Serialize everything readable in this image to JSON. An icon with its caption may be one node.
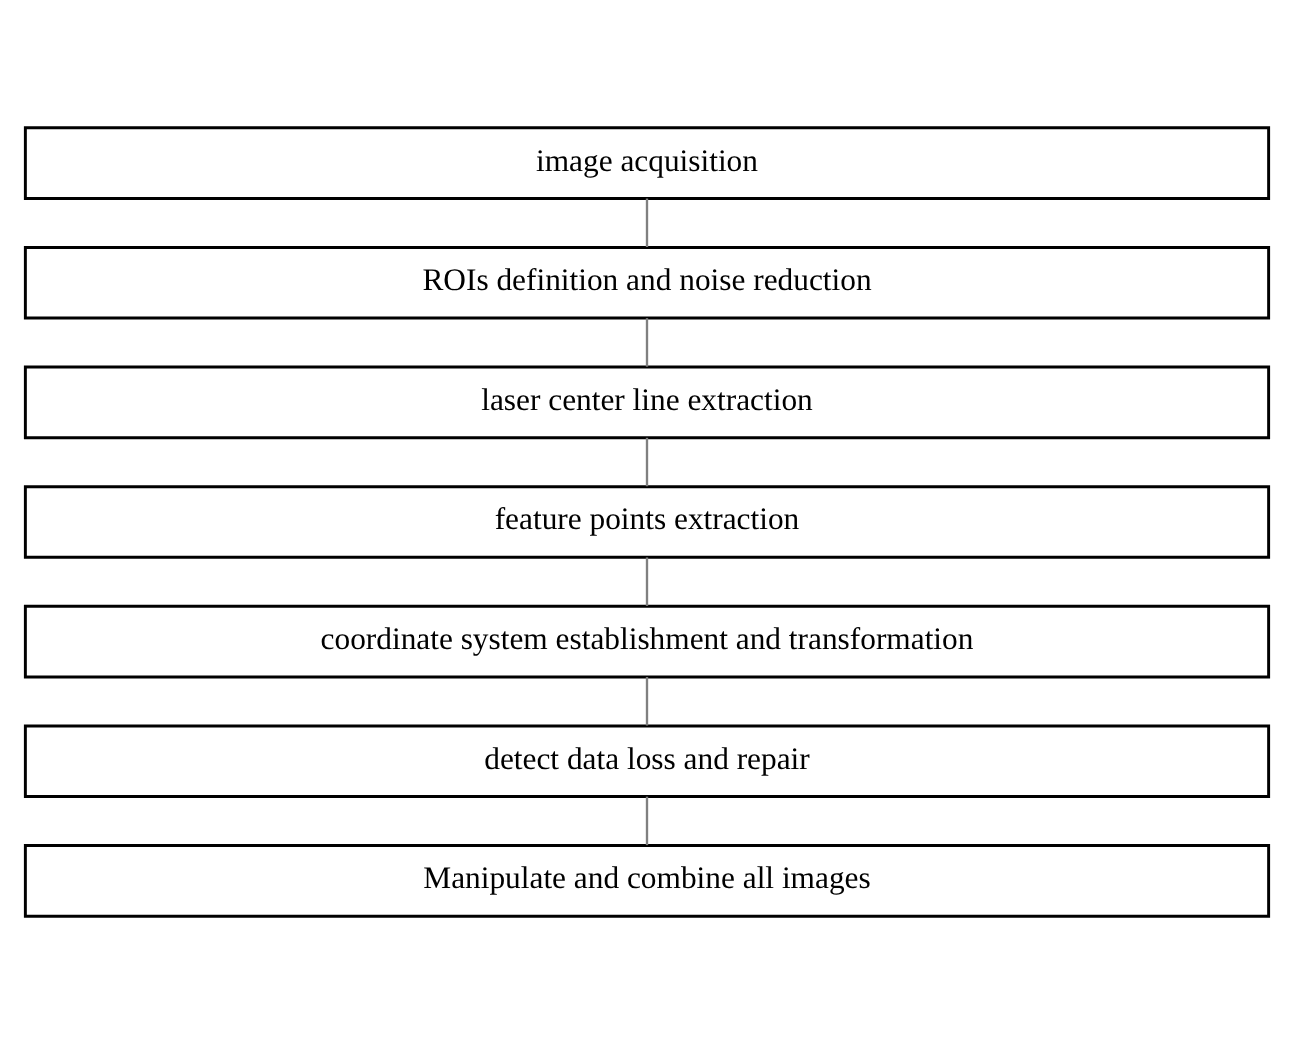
{
  "diagram": {
    "nodes": [
      {
        "text": [
          "image acquisition"
        ]
      },
      {
        "text": [
          "ROIs definition and noise reduction"
        ]
      },
      {
        "text": [
          "laser center line extraction"
        ]
      },
      {
        "text": [
          "feature points extraction"
        ]
      },
      {
        "text": [
          "coordinate system establishment and transformation"
        ]
      },
      {
        "text": [
          "detect data loss and repair"
        ]
      },
      {
        "text": [
          "Manipulate and combine all images"
        ]
      }
    ],
    "edges": [
      {
        "from": 0,
        "to": 1,
        "arrow": "none"
      },
      {
        "from": 1,
        "to": 2,
        "arrow": "none"
      },
      {
        "from": 2,
        "to": 3,
        "arrow": "none"
      },
      {
        "from": 3,
        "to": 4,
        "arrow": "none"
      },
      {
        "from": 4,
        "to": 5,
        "arrow": "none"
      },
      {
        "from": 5,
        "to": 6,
        "arrow": "none"
      }
    ]
  }
}
